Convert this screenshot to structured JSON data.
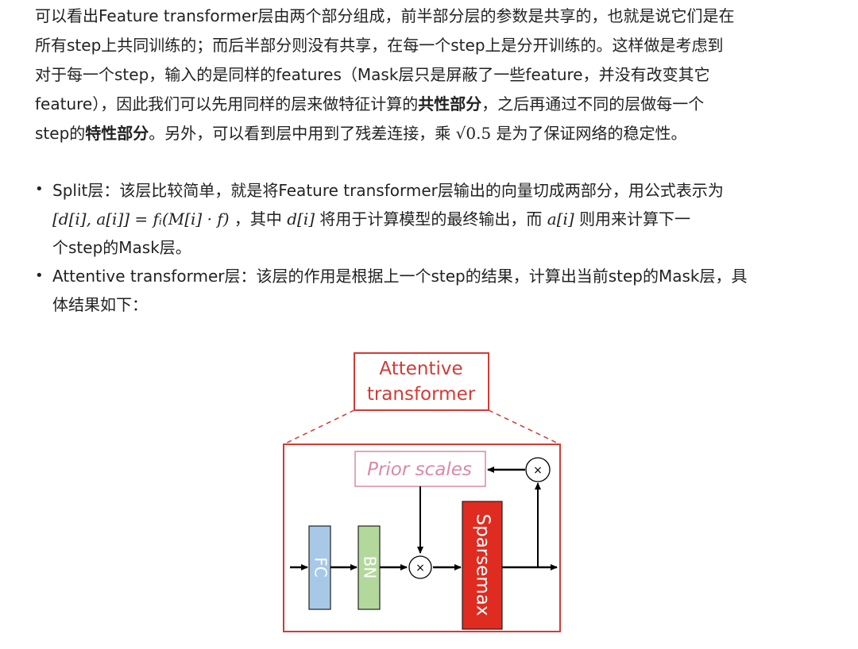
{
  "paragraph": {
    "l1": "可以看出Feature transformer层由两个部分组成，前半部分层的参数是共享的，也就是说它们是在",
    "l2": "所有step上共同训练的；而后半部分则没有共享，在每一个step上是分开训练的。这样做是考虑到",
    "l3": "对于每一个step，输入的是同样的features（Mask层只是屏蔽了一些feature，并没有改变其它",
    "l4a": "feature），因此我们可以先用同样的层来做特征计算的",
    "l4b": "共性部分",
    "l4c": "，之后再通过不同的层做每一个",
    "l5a": "step的",
    "l5b": "特性部分",
    "l5c": "。另外，可以看到层中用到了残差连接，乘",
    "l5m": "√0.5",
    "l5d": "是为了保证网络的稳定性。"
  },
  "bullets": [
    {
      "l1": "Split层：该层比较简单，就是将Feature transformer层输出的向量切成两部分，用公式表示为",
      "l2m": "[d[i], a[i]] = fᵢ(M[i] · f)",
      "l2a": "，其中",
      "l2m2": "d[i]",
      "l2b": "将用于计算模型的最终输出，而",
      "l2m3": "a[i]",
      "l2c": "则用来计算下一",
      "l3": "个step的Mask层。"
    },
    {
      "l1": "Attentive transformer层：该层的作用是根据上一个step的结果，计算出当前step的Mask层，具",
      "l2": "体结果如下："
    }
  ],
  "diagram": {
    "title_line1": "Attentive",
    "title_line2": "transformer",
    "prior_scales": "Prior scales",
    "fc": "FC",
    "bn": "BN",
    "sparsemax": "Sparsemax",
    "multiply": "×",
    "colors": {
      "red": "#d33b36",
      "fc_fill": "#a8c8e8",
      "bn_fill": "#b3d89c",
      "sparsemax_fill": "#e02b20",
      "prior_text": "#d98aa8"
    }
  }
}
